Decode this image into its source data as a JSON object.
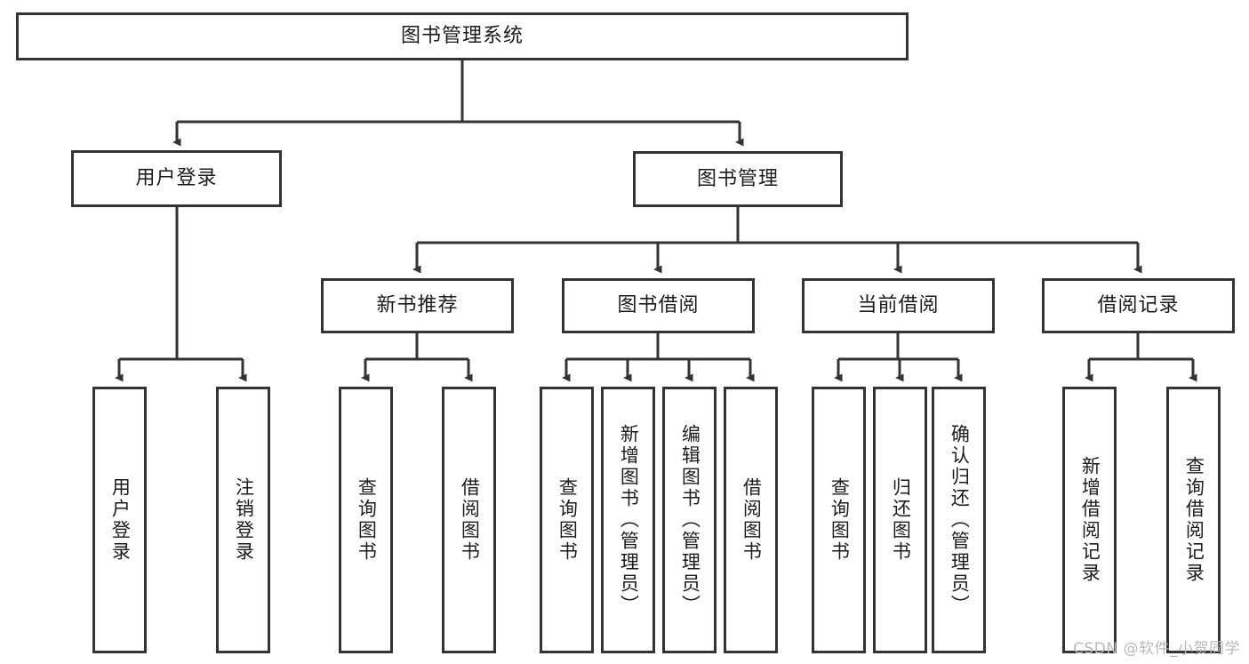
{
  "diagram": {
    "title": "图书管理系统",
    "type": "功能结构图",
    "style": {
      "box_stroke": "#333333",
      "box_fill": "#ffffff",
      "background": "#ffffff",
      "watermark_color": "#b9b9b9"
    },
    "root": {
      "id": "root",
      "label": "图书管理系统"
    },
    "level2": [
      {
        "id": "user-login",
        "label": "用户登录"
      },
      {
        "id": "book-manage",
        "label": "图书管理"
      }
    ],
    "level3": [
      {
        "id": "new-book-recommend",
        "label": "新书推荐"
      },
      {
        "id": "book-borrow",
        "label": "图书借阅"
      },
      {
        "id": "current-borrow",
        "label": "当前借阅"
      },
      {
        "id": "borrow-record",
        "label": "借阅记录"
      }
    ],
    "leaves": {
      "user_login": [
        {
          "id": "leaf-user-login",
          "label": "用户登录"
        },
        {
          "id": "leaf-user-logout",
          "label": "注销登录"
        }
      ],
      "new_book_recommend": [
        {
          "id": "leaf-query-book-1",
          "label": "查询图书"
        },
        {
          "id": "leaf-borrow-book-1",
          "label": "借阅图书"
        }
      ],
      "book_borrow": [
        {
          "id": "leaf-query-book-2",
          "label": "查询图书"
        },
        {
          "id": "leaf-add-book",
          "label": "新增图书（管理员）"
        },
        {
          "id": "leaf-edit-book",
          "label": "编辑图书（管理员）"
        },
        {
          "id": "leaf-borrow-book-2",
          "label": "借阅图书"
        }
      ],
      "current_borrow": [
        {
          "id": "leaf-query-book-3",
          "label": "查询图书"
        },
        {
          "id": "leaf-return-book",
          "label": "归还图书"
        },
        {
          "id": "leaf-confirm-return",
          "label": "确认归还（管理员）"
        }
      ],
      "borrow_record": [
        {
          "id": "leaf-add-record",
          "label": "新增借阅记录"
        },
        {
          "id": "leaf-query-record",
          "label": "查询借阅记录"
        }
      ]
    }
  },
  "watermark": {
    "text": "CSDN @软件_小贺同学"
  }
}
